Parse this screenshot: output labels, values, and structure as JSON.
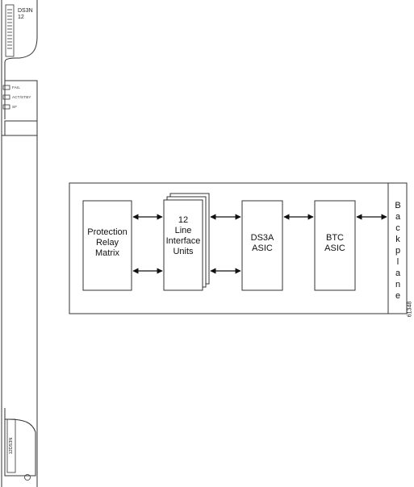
{
  "card": {
    "name": "DS3N",
    "slots": "12",
    "leds": [
      {
        "label": "FAIL"
      },
      {
        "label": "ACT/STBY"
      },
      {
        "label": "SF"
      }
    ],
    "part_label": "12DS3N"
  },
  "diagram": {
    "blocks": {
      "protection": "Protection\nRelay\nMatrix",
      "line_interface": "12\nLine\nInterface\nUnits",
      "ds3a": "DS3A\nASIC",
      "btc": "BTC\nASIC"
    },
    "backplane_letters": [
      "B",
      "a",
      "c",
      "k",
      "p",
      "l",
      "a",
      "n",
      "e"
    ],
    "figure_number": "61348"
  }
}
